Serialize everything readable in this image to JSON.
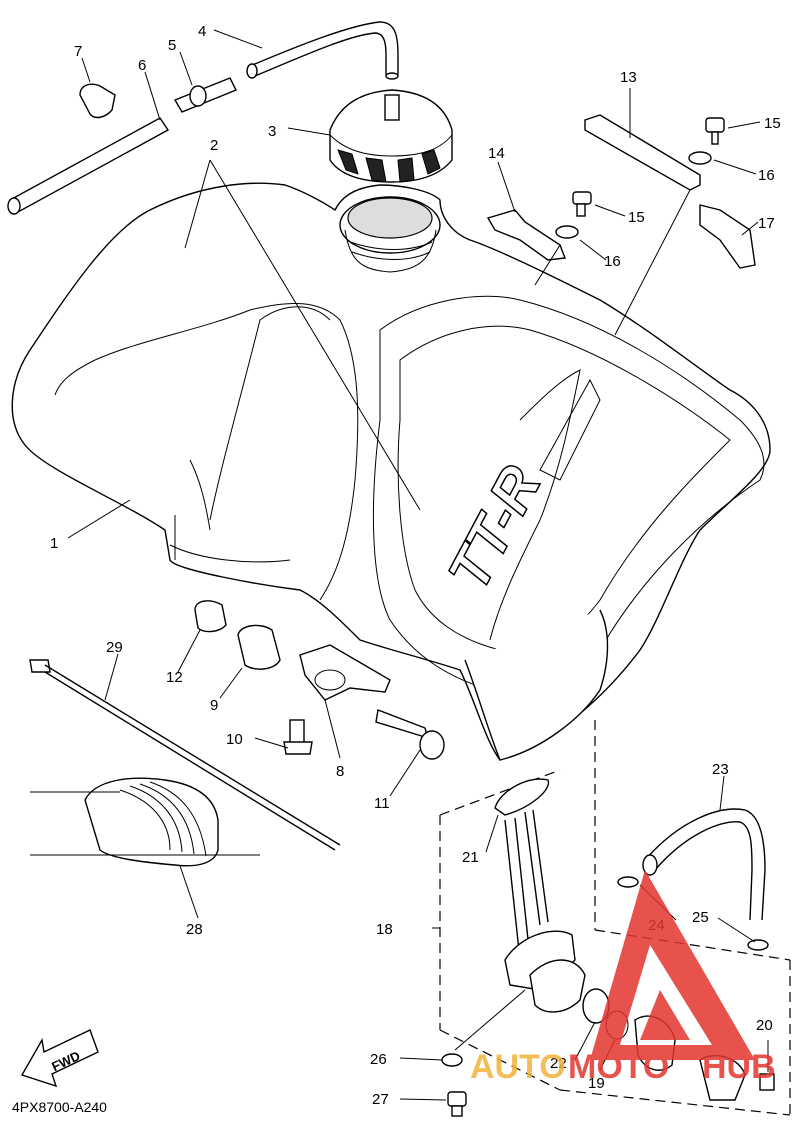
{
  "diagram": {
    "reference_code": "4PX8700-A240",
    "fwd_label": "FWD",
    "decal_text": "TT-R",
    "watermark": {
      "part1": "AUTO",
      "part2": "MOTO",
      "part3": "HUB",
      "color": "#e3342f",
      "gold": "#f2b33a"
    },
    "labels": [
      "1",
      "2",
      "3",
      "4",
      "5",
      "6",
      "7",
      "8",
      "9",
      "10",
      "11",
      "12",
      "13",
      "14",
      "15",
      "15",
      "16",
      "16",
      "17",
      "18",
      "19",
      "20",
      "21",
      "22",
      "23",
      "24",
      "25",
      "26",
      "27",
      "28",
      "29"
    ]
  }
}
